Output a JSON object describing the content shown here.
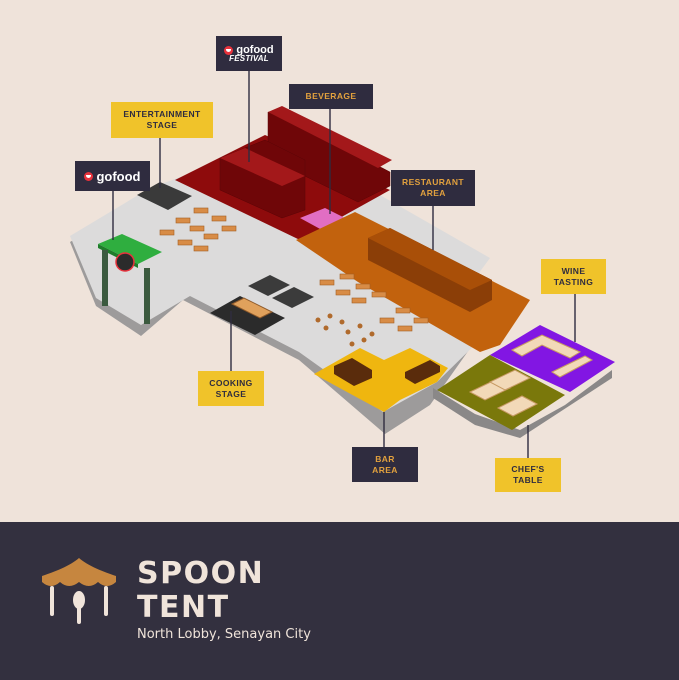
{
  "map": {
    "zones": {
      "gofood_festival": {
        "label_line1": "gofood",
        "label_line2": "FESTIVAL"
      },
      "gofood": {
        "label": "gofood"
      },
      "entertainment_stage": {
        "label": "ENTERTAINMENT STAGE"
      },
      "beverage": {
        "label": "BEVERAGE"
      },
      "restaurant_area": {
        "label": "RESTAURANT AREA"
      },
      "wine_tasting": {
        "label": "WINE TASTING"
      },
      "cooking_stage": {
        "label": "COOKING STAGE"
      },
      "bar_area": {
        "label": "BAR AREA"
      },
      "chefs_table": {
        "label": "CHEF'S TABLE"
      }
    },
    "colors": {
      "background": "#efe3da",
      "gofood_festival_area": "#8e0b0c",
      "beverage_area": "#e16ec3",
      "restaurant_area": "#c2620d",
      "wine_tasting_area": "#8216e3",
      "chefs_table_area": "#7a780b",
      "bar_area": "#efb60f",
      "floor": "#dcdbdb",
      "entrance_gate": "#2fae3f",
      "footer": "#33303f"
    }
  },
  "footer": {
    "title_line1": "SPOON",
    "title_line2": "TENT",
    "subtitle": "North Lobby, Senayan City",
    "logo_icon": "spoon-tent-logo-icon"
  }
}
